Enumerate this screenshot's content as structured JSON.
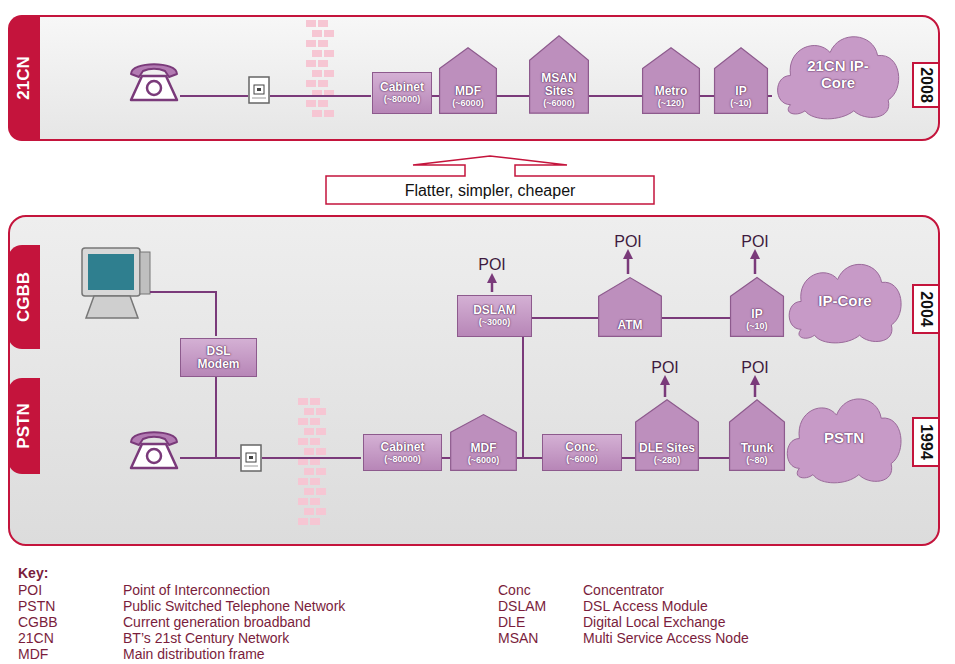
{
  "diagram": {
    "nodes": [
      {
        "text": [
          "21CN",
          "2008"
        ]
      },
      {
        "text": [
          "Cabinet",
          "(~80000)"
        ],
        "in": 0
      },
      {
        "text": [
          "MDF",
          "(~6000)"
        ],
        "in": 0
      },
      {
        "text": [
          "MSAN Sites",
          "(~6000)"
        ],
        "in": 0
      },
      {
        "text": [
          "Metro",
          "(~120)"
        ],
        "in": 0
      },
      {
        "text": [
          "IP",
          "(~10)"
        ],
        "in": 0
      },
      {
        "text": [
          "21CN IP-Core"
        ],
        "in": 0
      },
      {
        "text": [
          "Flatter, simpler, cheaper"
        ]
      },
      {
        "text": [
          "CGBB",
          "PSTN",
          "2004",
          "1994"
        ]
      },
      {
        "text": [
          "DSL Modem"
        ],
        "in": 8
      },
      {
        "text": [
          "DSLAM",
          "(~3000)"
        ],
        "in": 8
      },
      {
        "text": [
          "ATM"
        ],
        "in": 8
      },
      {
        "text": [
          "IP",
          "(~10)"
        ],
        "in": 8
      },
      {
        "text": [
          "IP-Core"
        ],
        "in": 8
      },
      {
        "text": [
          "Cabinet",
          "(~80000)"
        ],
        "in": 8
      },
      {
        "text": [
          "MDF",
          "(~6000)"
        ],
        "in": 8
      },
      {
        "text": [
          "Conc.",
          "(~6000)"
        ],
        "in": 8
      },
      {
        "text": [
          "DLE Sites",
          "(~280)"
        ],
        "in": 8
      },
      {
        "text": [
          "Trunk",
          "(~80)"
        ],
        "in": 8
      },
      {
        "text": [
          "PSTN"
        ],
        "in": 8
      }
    ],
    "edges": [
      {
        "from": 1,
        "to": 2,
        "arrow": "none"
      },
      {
        "from": 2,
        "to": 3,
        "arrow": "none"
      },
      {
        "from": 3,
        "to": 4,
        "arrow": "none"
      },
      {
        "from": 4,
        "to": 5,
        "arrow": "none"
      },
      {
        "from": 5,
        "to": 6,
        "arrow": "none"
      },
      {
        "from": 10,
        "to": 11,
        "arrow": "none"
      },
      {
        "from": 11,
        "to": 12,
        "arrow": "none"
      },
      {
        "from": 12,
        "to": 13,
        "arrow": "none"
      },
      {
        "from": 14,
        "to": 15,
        "arrow": "none"
      },
      {
        "from": 15,
        "to": 10,
        "arrow": "none"
      },
      {
        "from": 15,
        "to": 16,
        "arrow": "none"
      },
      {
        "from": 16,
        "to": 17,
        "arrow": "none"
      },
      {
        "from": 17,
        "to": 18,
        "arrow": "none"
      },
      {
        "from": 18,
        "to": 19,
        "arrow": "none"
      }
    ],
    "labels": [
      "POI",
      "POI",
      "POI",
      "POI",
      "POI",
      "Key:",
      "POI",
      "Point of Interconnection",
      "Conc",
      "Concentrator",
      "PSTN",
      "Public Switched Telephone Network",
      "DSLAM",
      "DSL Access Module",
      "CGBB",
      "Current generation broadband",
      "DLE",
      "Digital Local Exchange",
      "21CN",
      "BT’s 21st Century Network",
      "MSAN",
      "Multi Service Access Node",
      "MDF",
      "Main distribution frame"
    ]
  }
}
